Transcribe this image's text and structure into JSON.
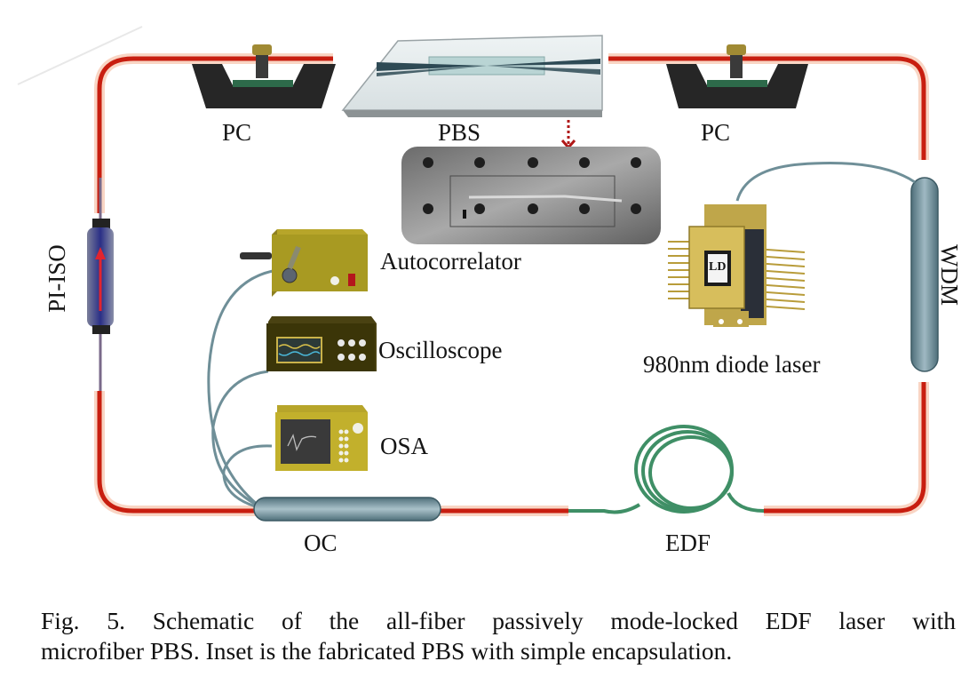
{
  "figure": {
    "labels": {
      "pc_left": "PC",
      "pbs": "PBS",
      "pc_right": "PC",
      "pi_iso": "PI-ISO",
      "wdm": "WDM",
      "autocorrelator": "Autocorrelator",
      "oscilloscope": "Oscilloscope",
      "osa": "OSA",
      "diode_laser": "980nm diode laser",
      "ld_chip": "LD",
      "oc": "OC",
      "edf": "EDF"
    },
    "colors": {
      "fiber_red": "#c81e10",
      "fiber_glow": "#f6b79a",
      "pigtail_gray": "#6f8f98",
      "edf_green": "#3f8f66",
      "instrument_yellow": "#b7a52a",
      "pc_body": "#2a2a2a",
      "isolator_blue": "#2a2f86"
    }
  },
  "caption": {
    "line1": "Fig. 5. Schematic of the all-fiber passively mode-locked EDF laser with",
    "line2": "microfiber PBS. Inset is the fabricated PBS with simple encapsulation."
  }
}
